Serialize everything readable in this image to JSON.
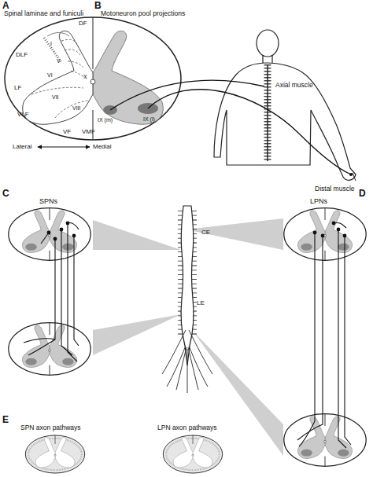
{
  "diagram": {
    "labels": [
      "A",
      "Spinal laminae and funiculi",
      "B",
      "Motoneuron pool projections",
      "DF",
      "DLF",
      "I",
      "V",
      "VI",
      "VII",
      "VIII",
      "X",
      "LF",
      "VLF",
      "VF",
      "VMF",
      "IX (m)",
      "IX (l)",
      "Lateral",
      "Medial",
      "Axial muscle",
      "Distal muscle",
      "C",
      "SPNs",
      "D",
      "LPNs",
      "CE",
      "LE",
      "E",
      "SPN axon pathways",
      "LPN axon pathways"
    ]
  }
}
